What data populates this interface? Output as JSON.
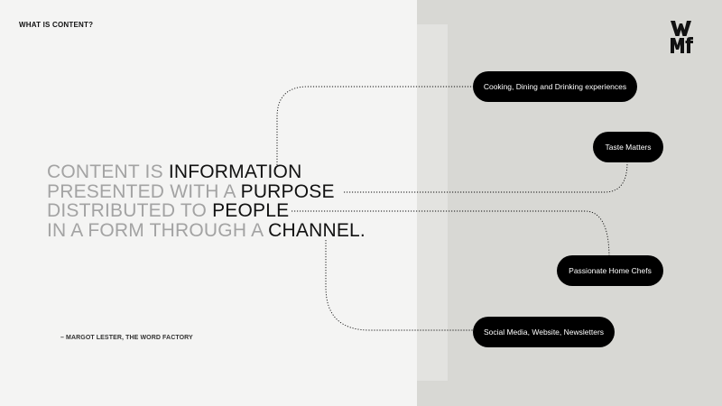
{
  "header": {
    "title": "WHAT IS CONTENT?"
  },
  "logo": {
    "icon": "wmf-logo",
    "alt": "WMF"
  },
  "quote": {
    "line1": {
      "muted": "CONTENT IS ",
      "strong": "INFORMATION"
    },
    "line2": {
      "muted": "PRESENTED WITH A ",
      "strong": "PURPOSE"
    },
    "line3": {
      "muted": "DISTRIBUTED TO ",
      "strong": "PEOPLE"
    },
    "line4": {
      "muted": "IN A FORM THROUGH A ",
      "strong": "CHANNEL."
    }
  },
  "attribution": "– MARGOT LESTER, THE WORD FACTORY",
  "pills": {
    "information": "Cooking, Dining and Drinking experiences",
    "purpose": "Taste Matters",
    "people": "Passionate Home Chefs",
    "channel": "Social Media, Website, Newsletters"
  },
  "colors": {
    "left_background": "#f4f4f3",
    "right_background": "#d8d8d4",
    "muted_text": "#a3a3a3",
    "strong_text": "#111111",
    "pill_background": "#000000",
    "pill_text": "#ffffff"
  }
}
